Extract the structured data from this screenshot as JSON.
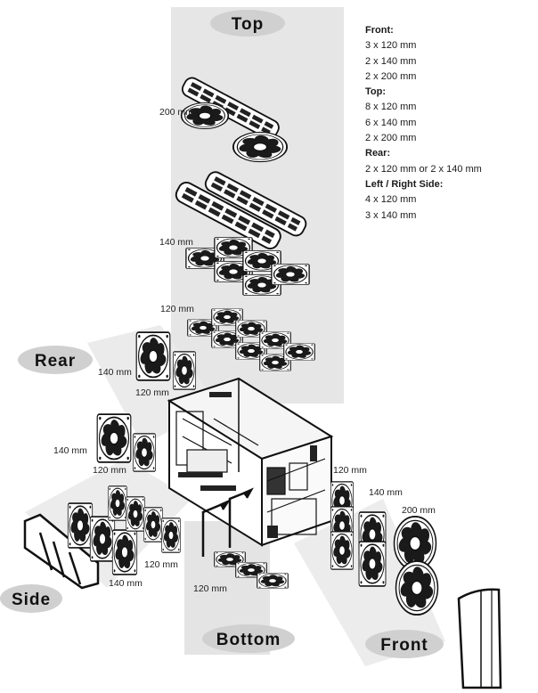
{
  "zones": {
    "top": "Top",
    "rear": "Rear",
    "side": "Side",
    "bottom": "Bottom",
    "front": "Front"
  },
  "specs": [
    {
      "heading": "Front:",
      "items": [
        "3 x 120 mm",
        "2 x 140 mm",
        "2 x 200 mm"
      ]
    },
    {
      "heading": "Top:",
      "items": [
        "8 x 120 mm",
        "6 x 140 mm",
        "2 x 200 mm"
      ]
    },
    {
      "heading": "Rear:",
      "items": [
        "2 x 120 mm or 2 x 140 mm"
      ]
    },
    {
      "heading": "Left / Right Side:",
      "items": [
        "4 x 120 mm",
        "3 x 140 mm"
      ]
    }
  ],
  "size_labels": {
    "top_200": "200 mm",
    "top_140": "140 mm",
    "top_120": "120 mm",
    "rear_140_a": "140 mm",
    "rear_120_a": "120 mm",
    "rear_140_b": "140 mm",
    "rear_120_b": "120 mm",
    "side_120": "120 mm",
    "side_140": "140 mm",
    "bottom_120": "120 mm",
    "front_120": "120 mm",
    "front_140": "140 mm",
    "front_200": "200 mm"
  }
}
